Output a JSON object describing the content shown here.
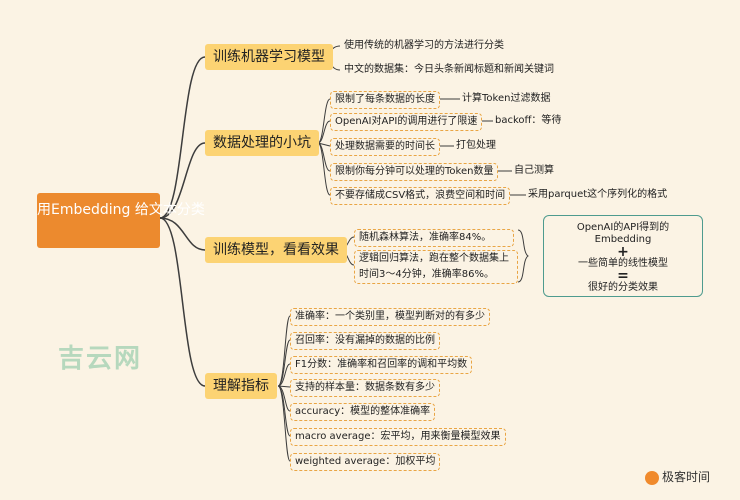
{
  "root": "用Embedding 给文本分类",
  "branches": [
    {
      "label": "训练机器学习模型",
      "children": [
        "使用传统的机器学习的方法进行分类",
        "中文的数据集：今日头条新闻标题和新闻关键词"
      ]
    },
    {
      "label": "数据处理的小坑",
      "children": [
        {
          "text": "限制了每条数据的长度",
          "note": "计算Token过滤数据"
        },
        {
          "text": "OpenAI对API的调用进行了限速",
          "note": "backoff：等待"
        },
        {
          "text": "处理数据需要的时间长",
          "note": "打包处理"
        },
        {
          "text": "限制你每分钟可以处理的Token数量",
          "note": "自己测算"
        },
        {
          "text": "不要存储成CSV格式，浪费空间和时间",
          "note": "采用parquet这个序列化的格式"
        }
      ]
    },
    {
      "label": "训练模型，看看效果",
      "children": [
        "随机森林算法，准确率84%。",
        "逻辑回归算法，跑在整个数据集上时间3～4分钟，准确率86%。"
      ]
    },
    {
      "label": "理解指标",
      "children": [
        "准确率：一个类别里，模型判断对的有多少",
        "召回率：没有漏掉的数据的比例",
        "F1分数：准确率和召回率的调和平均数",
        "支持的样本量：数据条数有多少",
        "accuracy：模型的整体准确率",
        "macro average：宏平均，用来衡量模型效果",
        "weighted average：加权平均"
      ]
    }
  ],
  "summary": {
    "line1": "OpenAI的API得到的",
    "line2": "Embedding",
    "plus": "+",
    "line3": "一些简单的线性模型",
    "eq": "=",
    "line4": "很好的分类效果"
  },
  "watermark": "吉云网",
  "brand": "极客时间",
  "colors": {
    "root": "#ec8a2e",
    "level1": "#fcd373",
    "line": "#3d3d3d",
    "leaf_border": "#e9a544",
    "summary_border": "#4e9b8e"
  }
}
